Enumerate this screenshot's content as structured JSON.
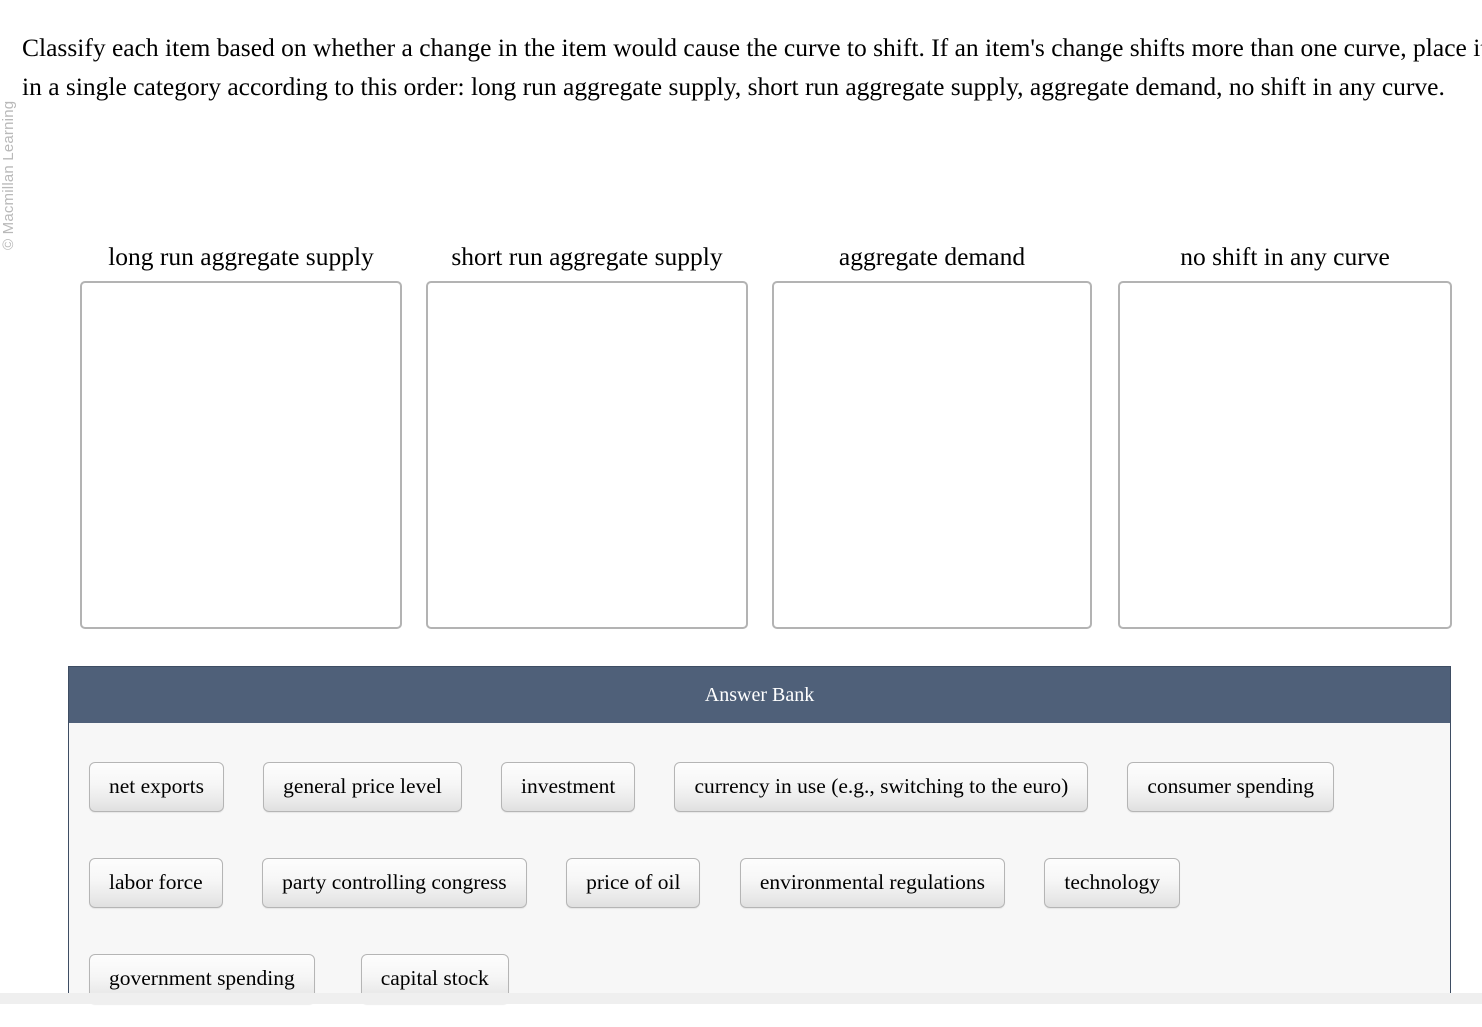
{
  "watermark": {
    "text": "© Macmillan Learning"
  },
  "instructions": {
    "text": "Classify each item based on whether a change in the item would cause the curve to shift. If an item's change shifts more than one curve, place it in a single category according to this order: long run aggregate supply, short run aggregate supply, aggregate demand, no shift in any curve."
  },
  "categories": [
    {
      "label": "long run aggregate supply",
      "items": []
    },
    {
      "label": "short run aggregate supply",
      "items": []
    },
    {
      "label": "aggregate demand",
      "items": []
    },
    {
      "label": "no shift in any curve",
      "items": []
    }
  ],
  "answer_bank": {
    "title": "Answer Bank",
    "header_color": "#4f6079",
    "body_color": "#f7f7f7",
    "rows": [
      [
        {
          "label": "net exports"
        },
        {
          "label": "general price level"
        },
        {
          "label": "investment"
        },
        {
          "label": "currency in use (e.g., switching to the euro)"
        },
        {
          "label": "consumer spending"
        }
      ],
      [
        {
          "label": "labor force"
        },
        {
          "label": "party controlling congress"
        },
        {
          "label": "price of oil"
        },
        {
          "label": "environmental regulations"
        },
        {
          "label": "technology"
        }
      ],
      [
        {
          "label": "government spending"
        },
        {
          "label": "capital stock"
        }
      ]
    ]
  }
}
